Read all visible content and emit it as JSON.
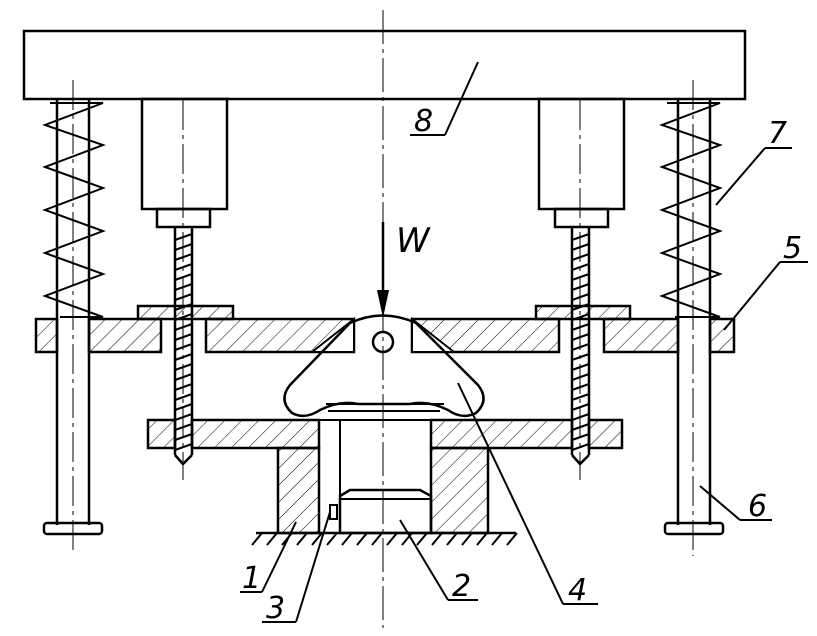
{
  "diagram": {
    "load_label": "W",
    "part_labels": [
      "1",
      "2",
      "3",
      "4",
      "5",
      "6",
      "7",
      "8"
    ]
  }
}
